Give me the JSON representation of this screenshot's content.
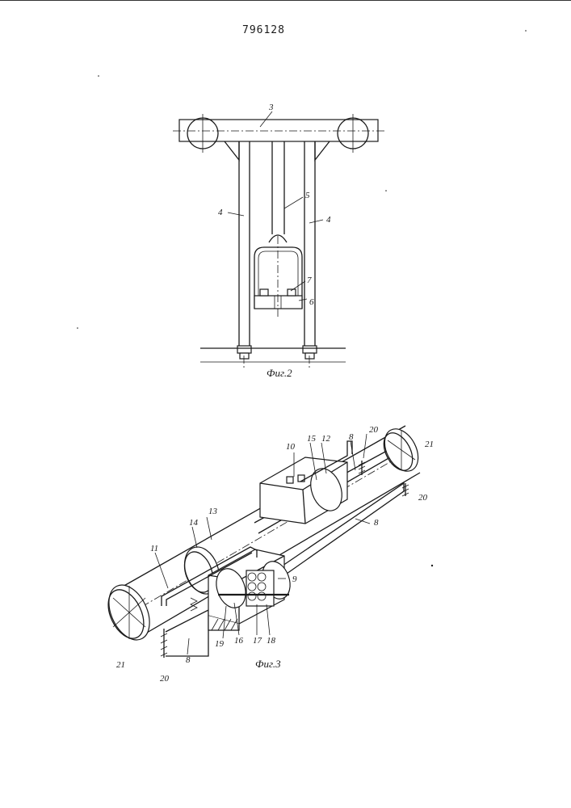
{
  "document": {
    "patent_number": "796128"
  },
  "figure2": {
    "caption": "Фиг.2",
    "labels": {
      "beam": "3",
      "post_left": "4",
      "post_right": "4",
      "rod": "5",
      "carriage": "6",
      "clamp": "7"
    }
  },
  "figure3": {
    "caption": "Фиг.3",
    "labels": {
      "pulley_right": "21",
      "pulley_left": "21",
      "spring_top_right": "20",
      "spring_mid_right": "20",
      "spring_bottom_left": "20",
      "rail_top": "8",
      "rail_mid": "8",
      "rail_bottom": "8",
      "block_far": "10",
      "block_near": "9",
      "bracket_far": "12",
      "disc_far": "15",
      "cable_upper": "13",
      "disc_mid": "14",
      "bracket_near": "11",
      "shaft": "16",
      "roller_a": "17",
      "roller_b": "18",
      "base": "19"
    }
  }
}
